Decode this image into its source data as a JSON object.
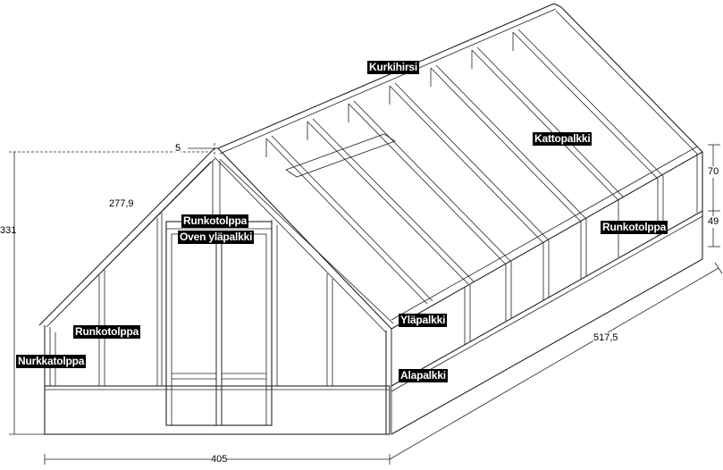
{
  "labels": {
    "kurkihirsi": "Kurkihirsi",
    "kattopalkki": "Kattopalkki",
    "runkotolppa_front": "Runkotolppa",
    "runkotolppa_right": "Runkotolppa",
    "runkotolppa_left": "Runkotolppa",
    "oven_ylapalkki": "Oven yläpalkki",
    "ylapalkki": "Yläpalkki",
    "alapalkki": "Alapalkki",
    "nurkkatolppa": "Nurkkatolppa"
  },
  "dimensions": {
    "height_total": "331",
    "roof_slope": "277,9",
    "eave_offset": "5",
    "front_width": "405",
    "side_length": "517,5",
    "upper_wall": "70",
    "lower_wall": "49"
  }
}
